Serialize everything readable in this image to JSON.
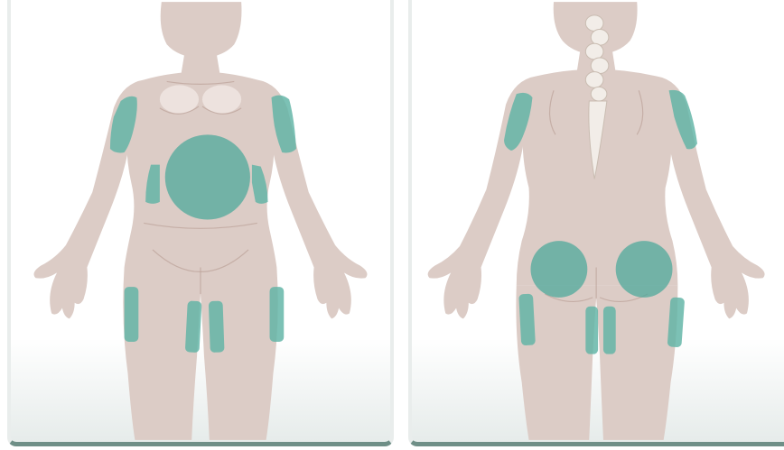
{
  "views": [
    {
      "id": "front",
      "injection_zones": [
        "upper-arm-left",
        "upper-arm-right",
        "abdomen",
        "flank-left",
        "flank-right",
        "outer-thigh-left",
        "inner-thigh-left",
        "inner-thigh-right",
        "outer-thigh-right"
      ]
    },
    {
      "id": "back",
      "injection_zones": [
        "upper-arm-left",
        "upper-arm-right",
        "buttock-left",
        "buttock-right",
        "outer-thigh-left",
        "inner-thigh-left",
        "inner-thigh-right",
        "outer-thigh-right"
      ]
    }
  ],
  "colors": {
    "zone": "#5fb3a5",
    "skin": "#dcccc6",
    "panel_border": "#6f8f87"
  }
}
